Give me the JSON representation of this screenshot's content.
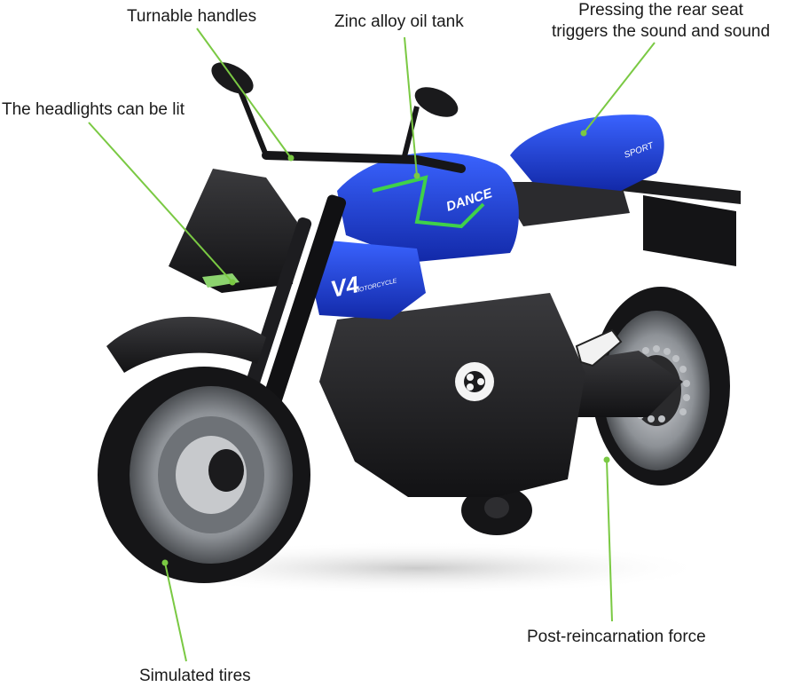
{
  "annotations": {
    "handles": "Turnable handles",
    "tank": "Zinc alloy oil tank",
    "seat_line1": "Pressing the rear seat",
    "seat_line2": "triggers the sound and sound",
    "headlights": "The headlights can be lit",
    "force": "Post-reincarnation force",
    "tires": "Simulated tires"
  },
  "decals": {
    "tank_text": "DANCE",
    "fairing_text": "V4",
    "fairing_sub": "MOTORCYCLE",
    "seat_text": "SPORT"
  },
  "colors": {
    "leader_line": "#7ac943",
    "body_blue": "#1f3fd1",
    "body_black": "#1c1c1e",
    "accent_green": "#3fd14a"
  }
}
